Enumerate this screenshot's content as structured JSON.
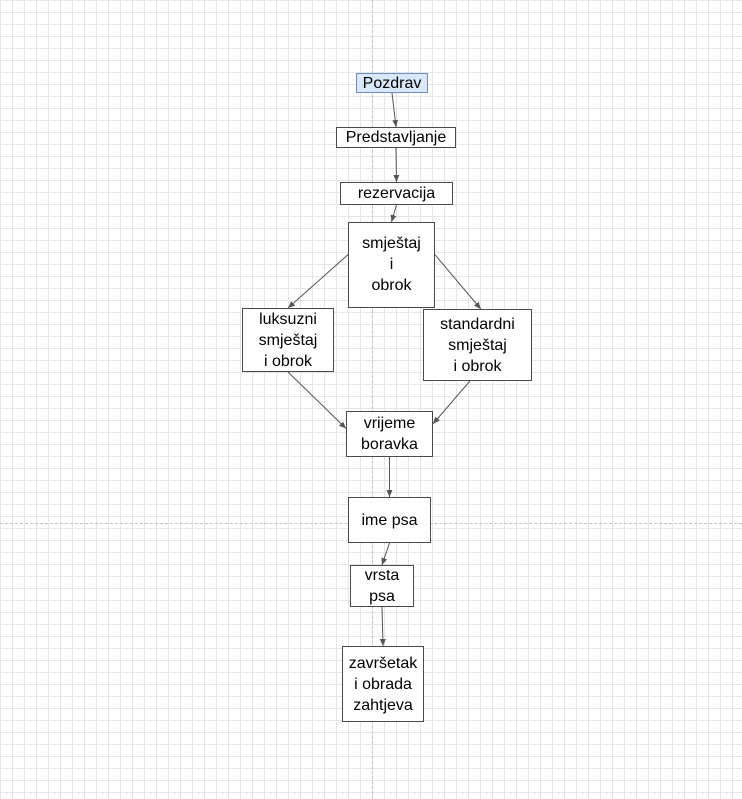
{
  "diagram": {
    "nodes": {
      "pozdrav": "Pozdrav",
      "predstavljanje": "Predstavljanje",
      "rezervacija": "rezervacija",
      "smjestaj": "smještaj\ni\nobrok",
      "luksuzni": "luksuzni\nsmještaj\ni obrok",
      "standardni": "standardni\nsmještaj\ni obrok",
      "vrijeme": "vrijeme\nboravka",
      "ime_psa": "ime psa",
      "vrsta_psa": "vrsta\npsa",
      "zavrsetak": "završetak\ni obrada\nzahtjeva"
    },
    "edges": [
      [
        "pozdrav",
        "predstavljanje"
      ],
      [
        "predstavljanje",
        "rezervacija"
      ],
      [
        "rezervacija",
        "smjestaj"
      ],
      [
        "smjestaj",
        "luksuzni"
      ],
      [
        "smjestaj",
        "standardni"
      ],
      [
        "luksuzni",
        "vrijeme"
      ],
      [
        "standardni",
        "vrijeme"
      ],
      [
        "vrijeme",
        "ime_psa"
      ],
      [
        "ime_psa",
        "vrsta_psa"
      ],
      [
        "vrsta_psa",
        "zavrsetak"
      ]
    ],
    "colors": {
      "start_fill": "#dae8fc",
      "start_stroke": "#6c8ebf",
      "node_stroke": "#4a4a4a",
      "edge": "#555555"
    }
  }
}
